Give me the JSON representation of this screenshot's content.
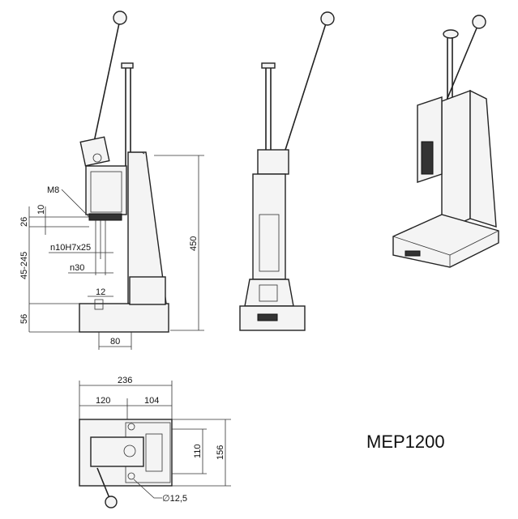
{
  "model": "MEP1200",
  "side_view": {
    "thread": "M8",
    "dim_26": "26",
    "dim_10": "10",
    "bore": "n10H7x25",
    "stroke_range": "45-245",
    "dia_30": "n30",
    "slot_12": "12",
    "base_height": "56",
    "depth_80": "80",
    "total_height": "450"
  },
  "top_view": {
    "length": "236",
    "left_part": "120",
    "right_part": "104",
    "hole_spacing": "110",
    "width": "156",
    "hole_dia": "∅12,5"
  }
}
